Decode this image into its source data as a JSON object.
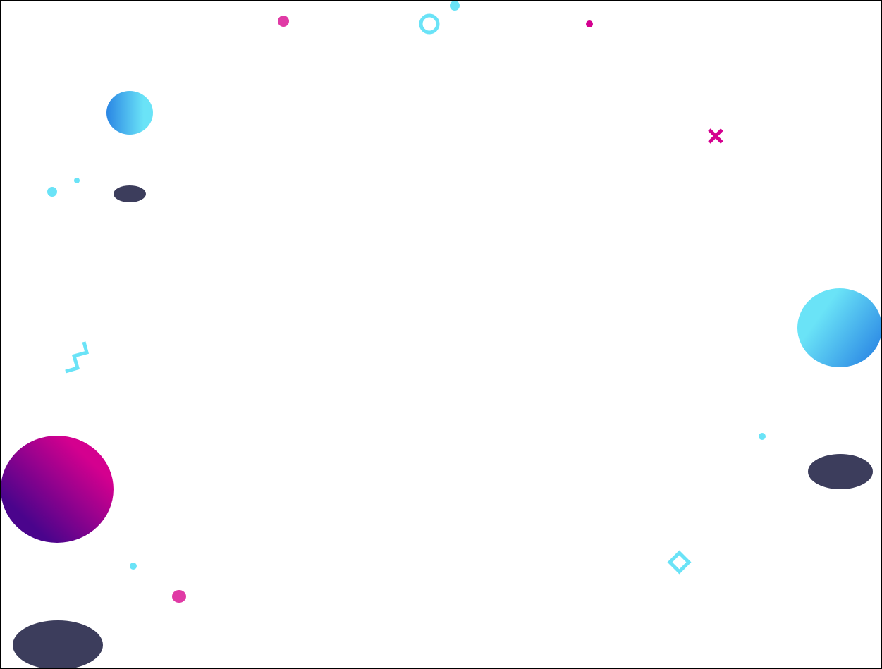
{
  "colors": {
    "cyan": "#6ae3f7",
    "magenta": "#e03aa5",
    "deep_magenta": "#d4008f",
    "navy": "#3c3d5c",
    "blue": "#2a86e4",
    "purple": "#4a048c"
  },
  "decorations": [
    "gradient-circle",
    "ring",
    "dot",
    "cross",
    "zigzag",
    "diamond",
    "ellipse"
  ]
}
